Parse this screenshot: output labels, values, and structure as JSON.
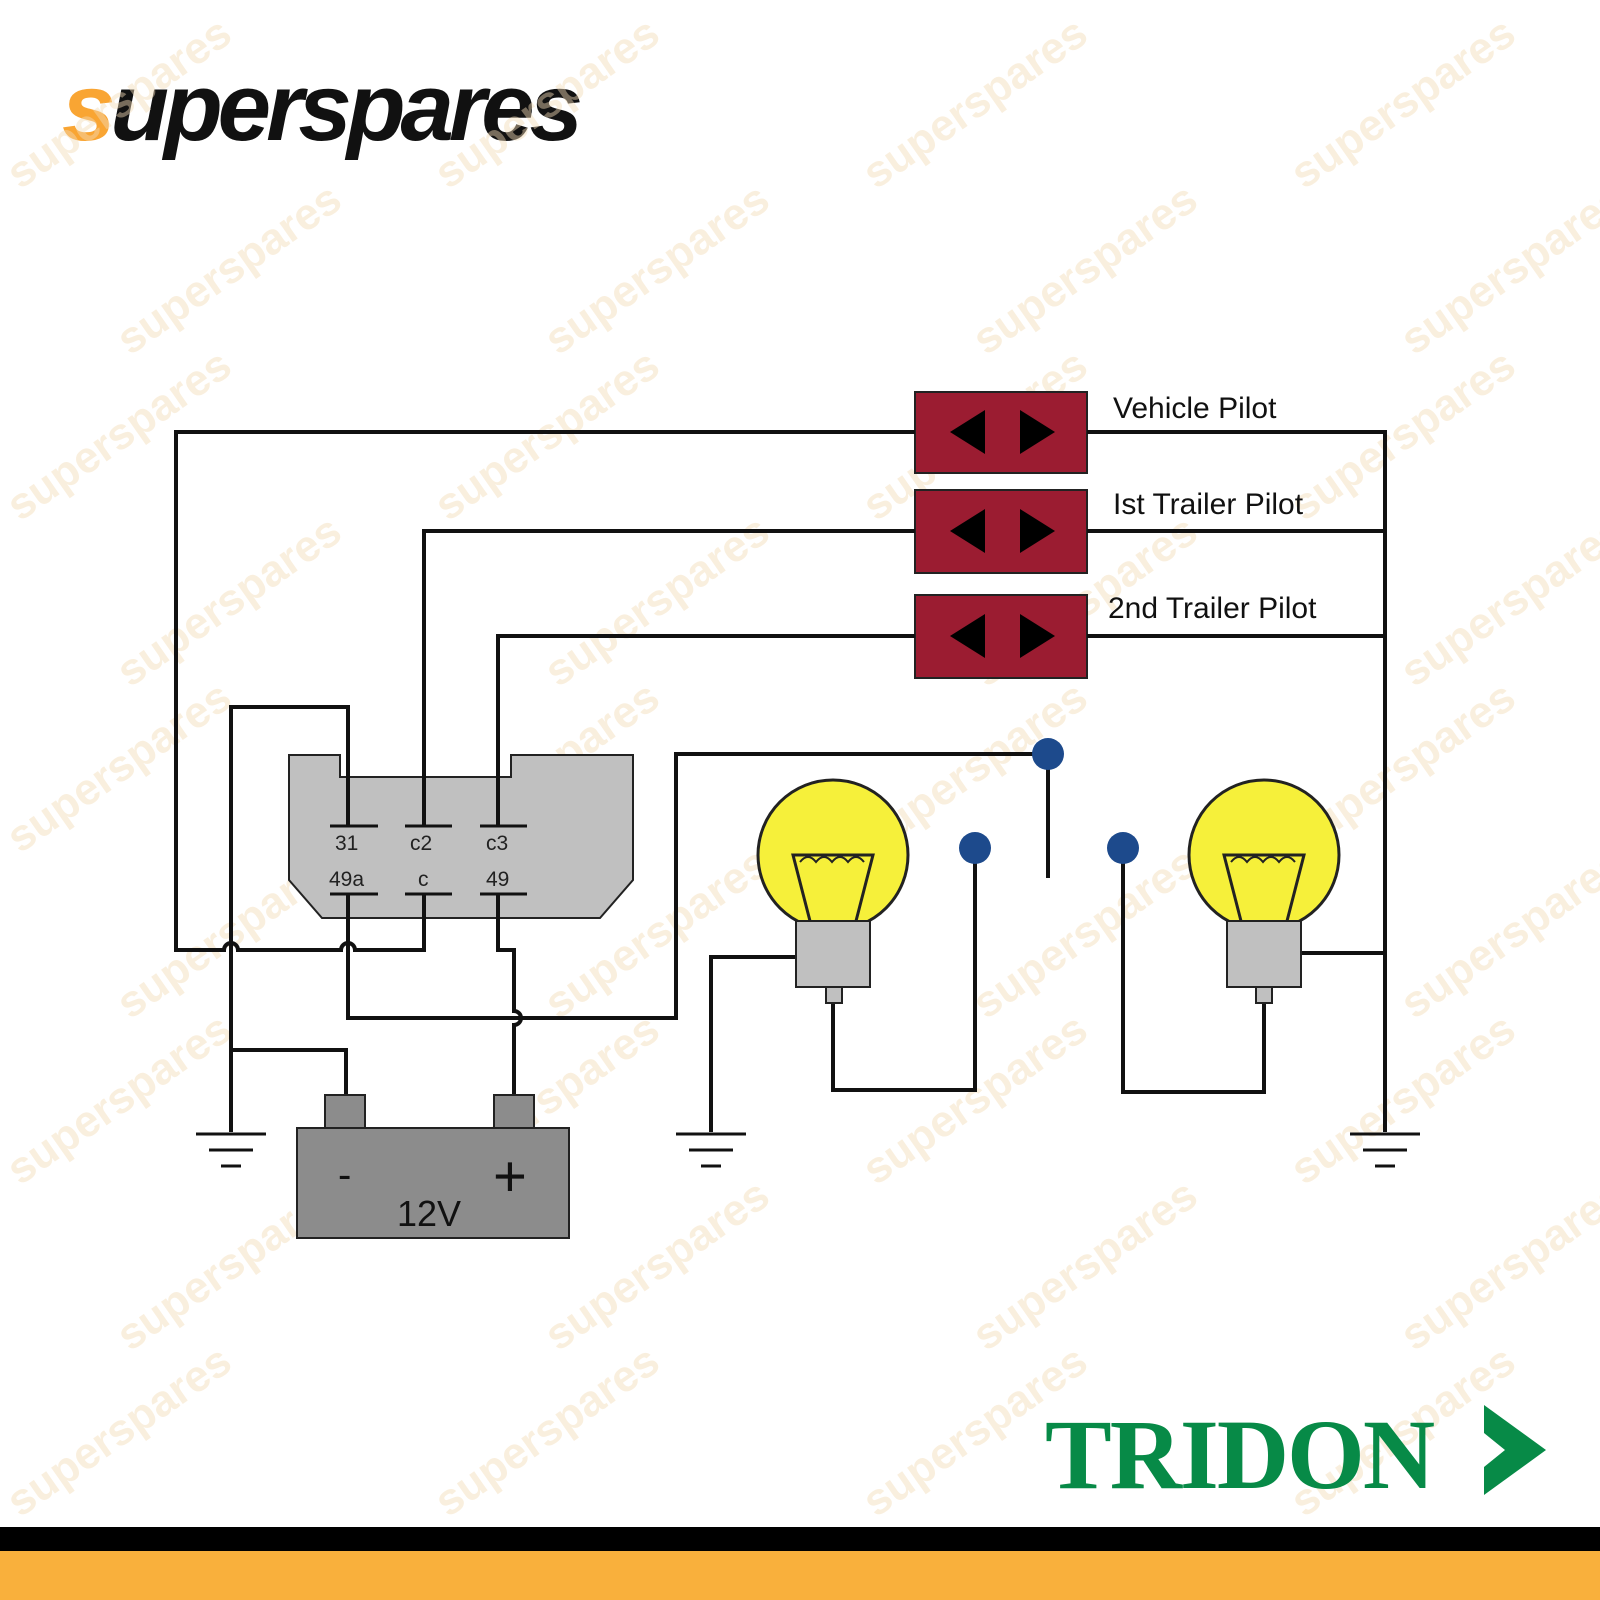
{
  "logo": {
    "first": "s",
    "rest": "uperspares"
  },
  "watermark": "superspares",
  "pilots": [
    "Vehicle Pilot",
    "Ist Trailer Pilot",
    "2nd Trailer Pilot"
  ],
  "relay_pins": {
    "p31": "31",
    "c2": "c2",
    "c3": "c3",
    "p49a": "49a",
    "c": "c",
    "p49": "49"
  },
  "battery": {
    "minus": "-",
    "plus": "+",
    "voltage": "12V"
  },
  "brand": "TRIDON",
  "colors": {
    "pilot": "#9b1c31",
    "bulb": "#f6f03a",
    "relay": "#c0c0c0",
    "battery": "#8c8c8c",
    "contact": "#1d4a8c",
    "tridon": "#078a47",
    "orange": "#f9a533"
  }
}
